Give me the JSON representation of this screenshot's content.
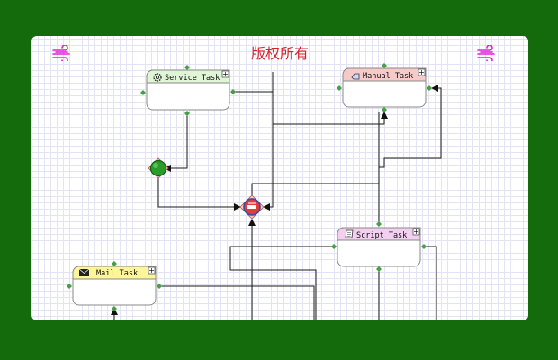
{
  "header": {
    "title": "版权所有"
  },
  "icons": {
    "left": "wind-icon",
    "right": "wind-icon",
    "color": "#e020d8"
  },
  "colors": {
    "background": "#136b0b",
    "grid": "#e3e3f3",
    "title": "#d2232c",
    "service_header": "#dff5d6",
    "manual_header": "#f7caca",
    "script_header": "#f3cff1",
    "mail_header": "#fdf59a",
    "start_event": "#2a9c2a",
    "end_event": "#e23b3b",
    "anchor": "#45a045",
    "edge": "#1a1a1a"
  },
  "tasks": [
    {
      "id": "service",
      "label": "Service Task",
      "icon": "gear-icon",
      "expand": "+"
    },
    {
      "id": "manual",
      "label": "Manual Task",
      "icon": "hand-icon",
      "expand": "+"
    },
    {
      "id": "script",
      "label": "Script Task",
      "icon": "scroll-icon",
      "expand": "+"
    },
    {
      "id": "mail",
      "label": "Mail Task",
      "icon": "envelope-icon",
      "expand": "+"
    }
  ]
}
